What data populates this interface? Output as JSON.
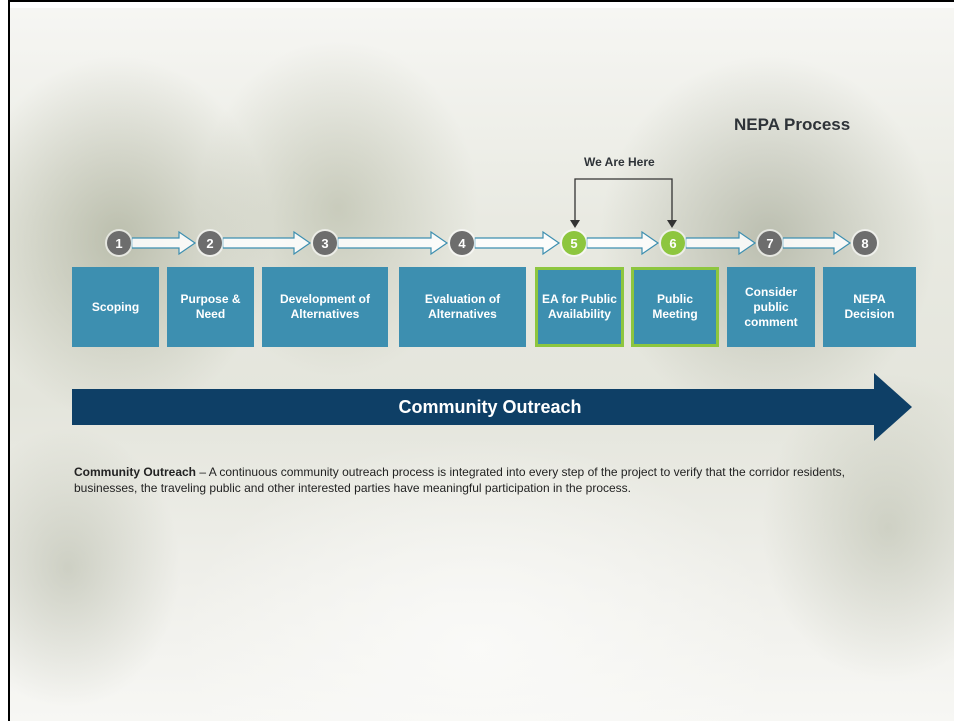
{
  "title": "NEPA Process",
  "we_are_here": "We Are Here",
  "steps": [
    {
      "number": "1",
      "label": "Scoping",
      "current": false
    },
    {
      "number": "2",
      "label": "Purpose & Need",
      "current": false
    },
    {
      "number": "3",
      "label": "Development of Alternatives",
      "current": false
    },
    {
      "number": "4",
      "label": "Evaluation of Alternatives",
      "current": false
    },
    {
      "number": "5",
      "label": "EA for Public Availability",
      "current": true
    },
    {
      "number": "6",
      "label": "Public Meeting",
      "current": true
    },
    {
      "number": "7",
      "label": "Consider public comment",
      "current": false
    },
    {
      "number": "8",
      "label": "NEPA Decision",
      "current": false
    }
  ],
  "outreach_banner": "Community Outreach",
  "description": {
    "term": "Community Outreach",
    "text": " – A continuous community outreach process is integrated into every step of the project to verify that the corridor residents, businesses, the traveling public and other interested parties have meaningful participation in the process."
  },
  "colors": {
    "step_box": "#3d8fb0",
    "current_accent": "#8dc63f",
    "banner": "#0e3f66",
    "circle": "#6d6d6d"
  }
}
